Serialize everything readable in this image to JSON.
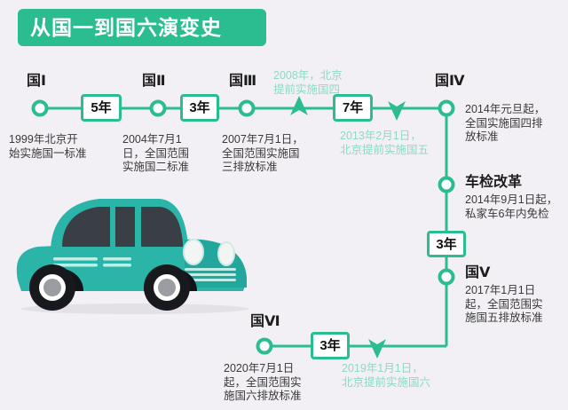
{
  "header": {
    "title": "从国一到国六演变史",
    "banner_color": "#2bbd90"
  },
  "theme": {
    "background": "#f2f0f4",
    "line_color": "#2bbd90",
    "accent_green": "#2bbd90",
    "annotation_green": "#8fd9c4",
    "text_dark": "#3a3a3a",
    "car_body": "#2ab5a8"
  },
  "milestones": [
    {
      "id": "guo-1",
      "label": "国Ⅰ",
      "description": "1999年北京开\n始实施国一标准"
    },
    {
      "id": "guo-2",
      "label": "国Ⅱ",
      "description": "2004年7月1\n日，全国范围\n实施国二标准"
    },
    {
      "id": "guo-3",
      "label": "国Ⅲ",
      "description": "2007年7月1日，\n全国范围实施国\n三排放标准"
    },
    {
      "id": "guo-4",
      "label": "国Ⅳ",
      "description": "2014年元旦起，\n全国实施国四排\n放标准"
    },
    {
      "id": "inspection-reform",
      "label": "车检改革",
      "description": "2014年9月1日起，\n私家车6年内免检"
    },
    {
      "id": "guo-5",
      "label": "国Ⅴ",
      "description": "2017年1月1日\n起，全国范围实\n施国五排放标准"
    },
    {
      "id": "guo-6",
      "label": "国Ⅵ",
      "description": "2020年7月1日\n起，全国范围实\n施国六排放标准"
    }
  ],
  "intervals": [
    {
      "id": "gap-1-2",
      "label": "5年"
    },
    {
      "id": "gap-2-3",
      "label": "3年"
    },
    {
      "id": "gap-3-4",
      "label": "7年"
    },
    {
      "id": "gap-4-5",
      "label": "3年"
    },
    {
      "id": "gap-5-6",
      "label": "3年"
    }
  ],
  "annotations": [
    {
      "id": "beijing-guo4",
      "text": "2008年，北京\n提前实施国四",
      "marker": "up-triangle"
    },
    {
      "id": "beijing-guo5",
      "text": "2013年2月1日，\n北京提前实施国五",
      "marker": "down-triangle"
    },
    {
      "id": "beijing-guo6",
      "text": "2019年1月1日，\n北京提前实施国六",
      "marker": "down-triangle"
    }
  ]
}
